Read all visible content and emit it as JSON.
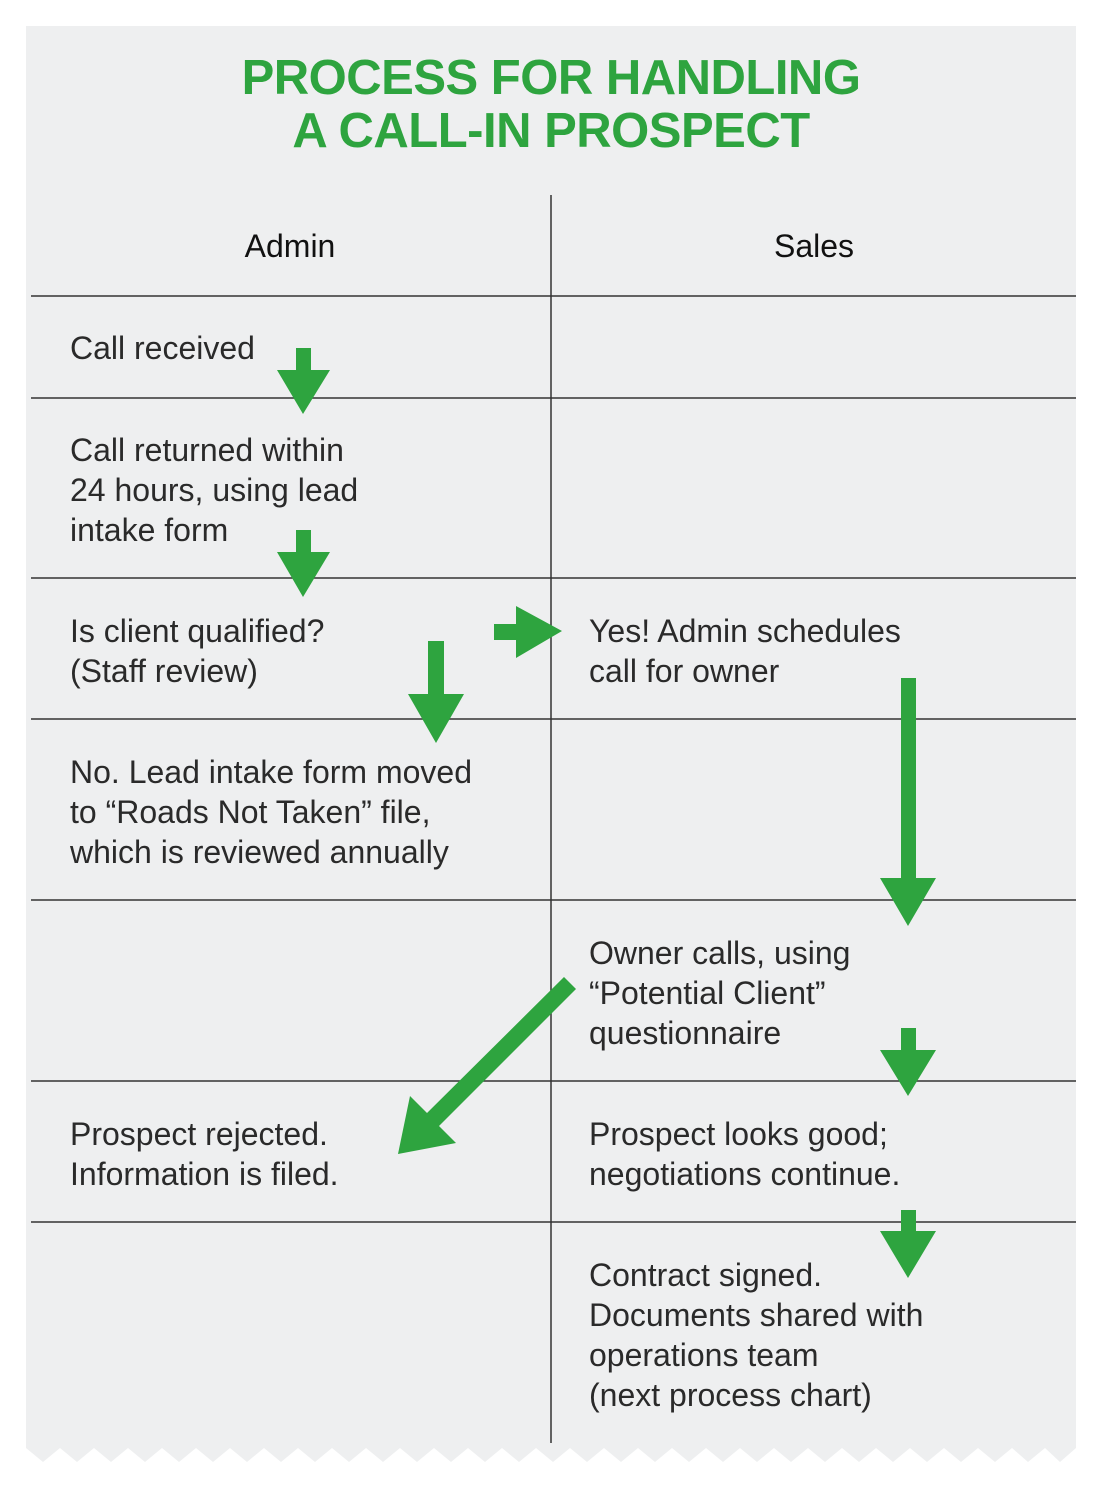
{
  "title": {
    "line1": "PROCESS FOR HANDLING",
    "line2": "A CALL-IN PROSPECT"
  },
  "columns": {
    "admin": "Admin",
    "sales": "Sales"
  },
  "steps": {
    "call_received": [
      "Call received"
    ],
    "call_returned": [
      "Call returned within",
      "24 hours, using lead",
      "intake form"
    ],
    "is_qualified": [
      "Is client qualified?",
      "(Staff review)"
    ],
    "yes_schedules": [
      "Yes! Admin schedules",
      "call for owner"
    ],
    "no_lead_moved": [
      "No. Lead intake form moved",
      "to “Roads Not Taken” file,",
      "which is reviewed annually"
    ],
    "owner_calls": [
      "Owner calls, using",
      "“Potential Client”",
      "questionnaire"
    ],
    "prospect_rejected": [
      "Prospect rejected.",
      "Information is filed."
    ],
    "prospect_good": [
      "Prospect looks good;",
      "negotiations continue."
    ],
    "contract_signed": [
      "Contract signed.",
      "Documents shared with",
      "operations team",
      "(next process chart)"
    ]
  },
  "colors": {
    "accent_green": "#2ea43f",
    "paper": "#eeeff0",
    "rule": "#333333",
    "text": "#2a2a2a"
  }
}
